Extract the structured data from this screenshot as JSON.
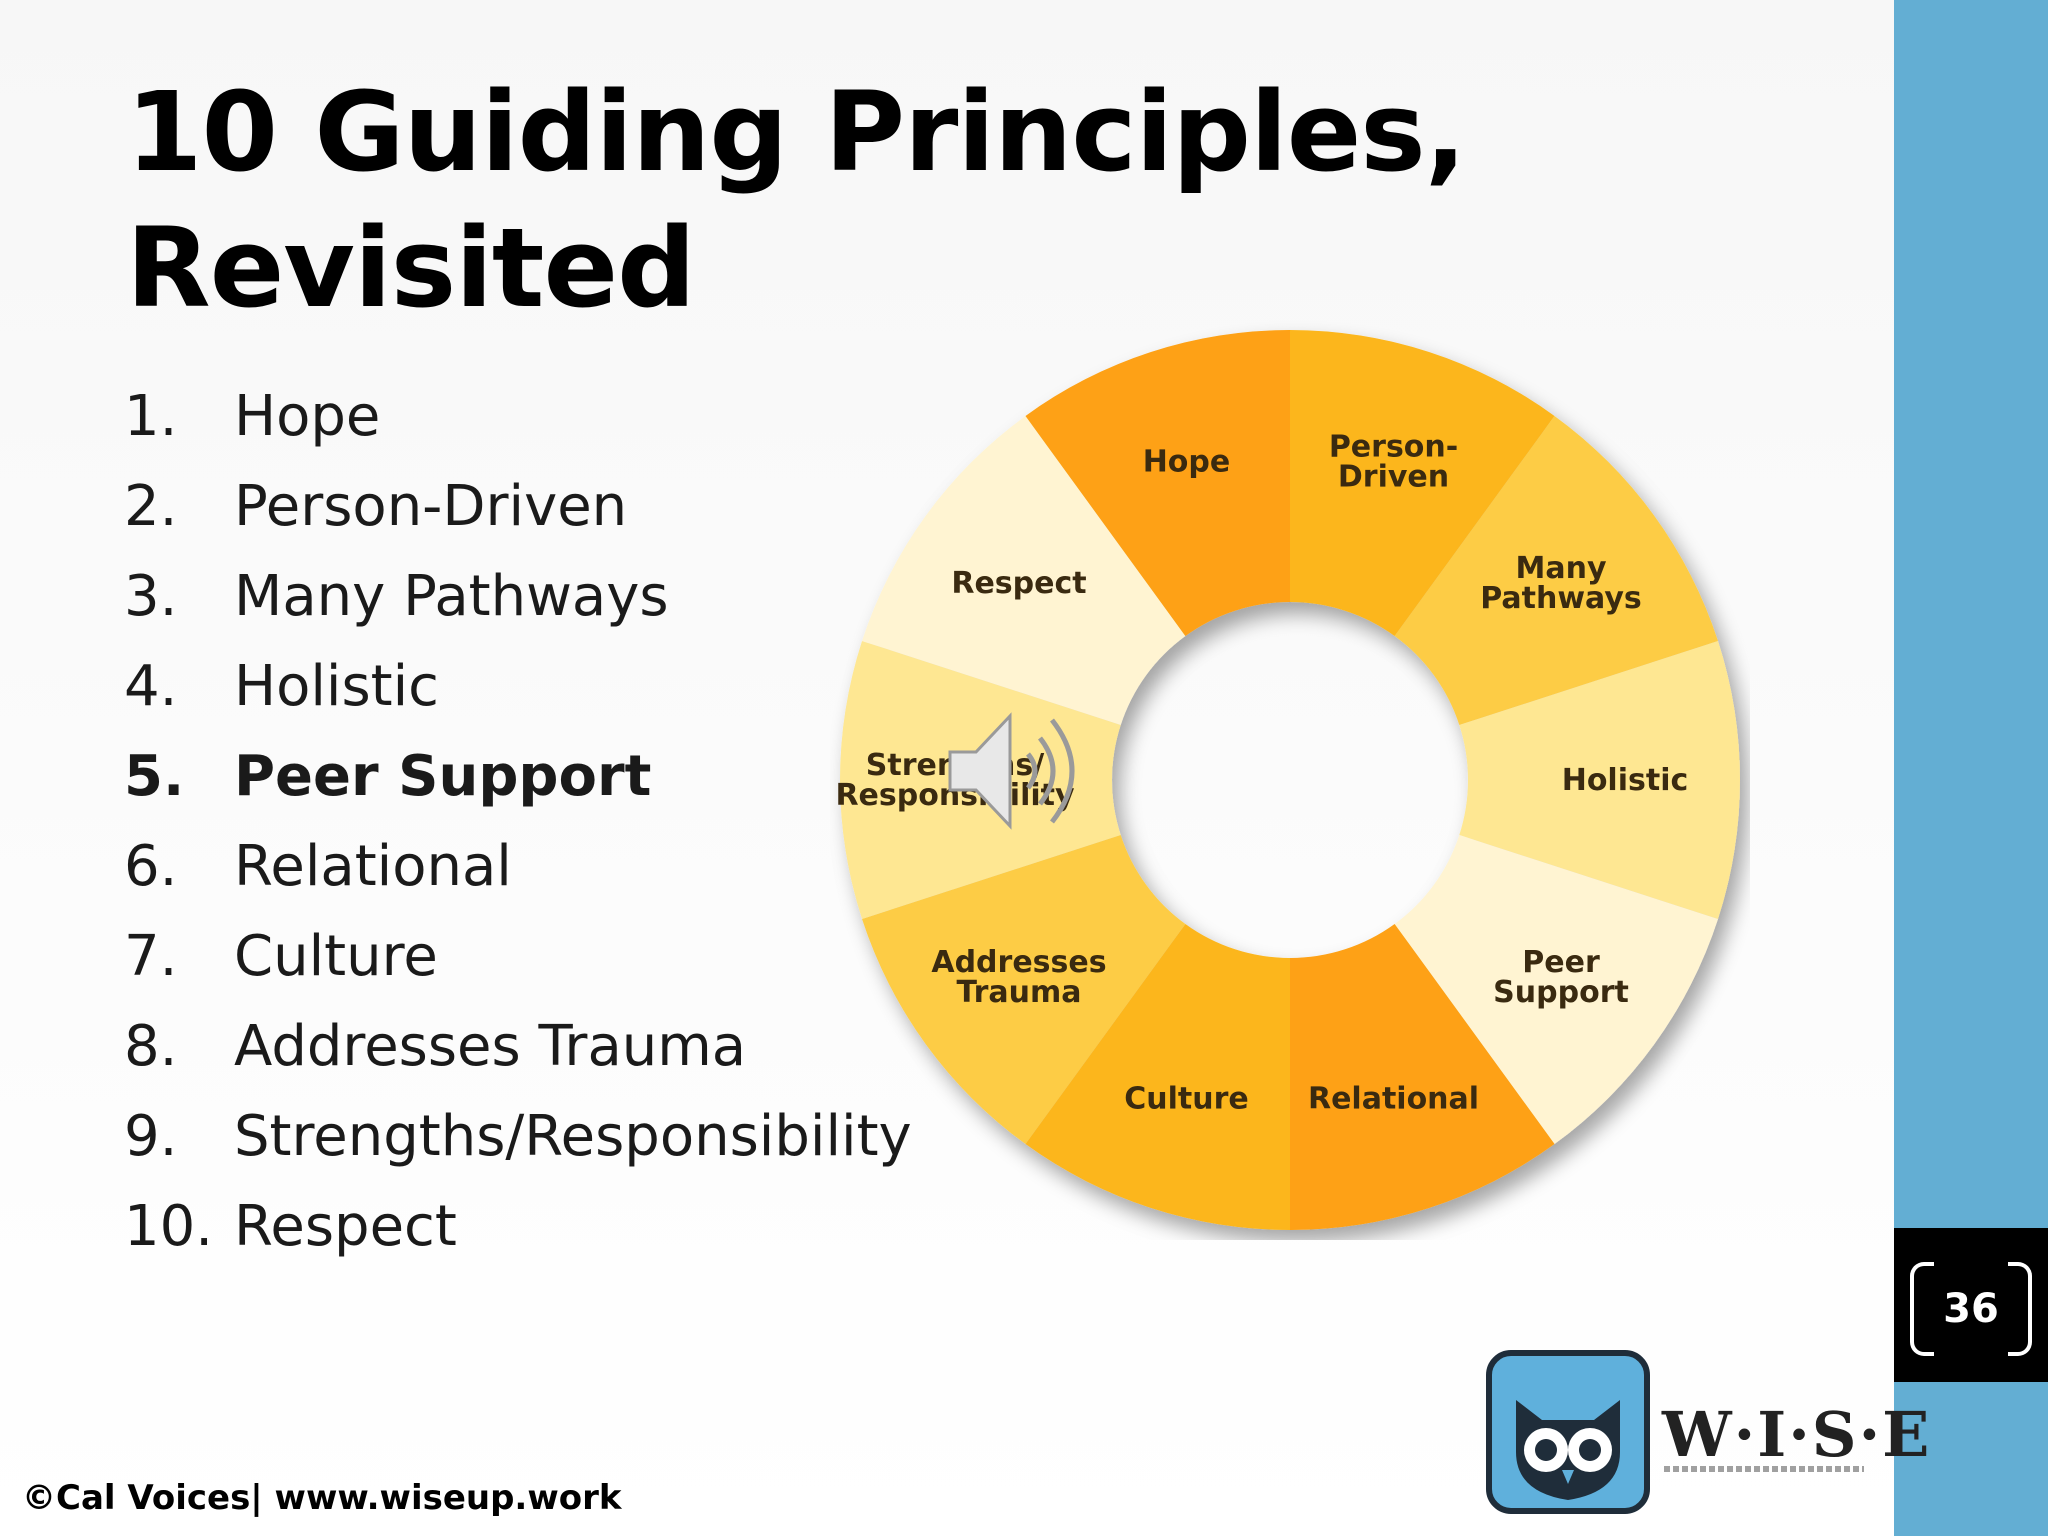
{
  "slide": {
    "title_line1": "10 Guiding Principles,",
    "title_line2": "Revisited",
    "principles": [
      {
        "num": "1.",
        "label": "Hope"
      },
      {
        "num": "2.",
        "label": "Person-Driven"
      },
      {
        "num": "3.",
        "label": "Many Pathways"
      },
      {
        "num": "4.",
        "label": "Holistic"
      },
      {
        "num": "5.",
        "label": "Peer Support"
      },
      {
        "num": "6.",
        "label": "Relational"
      },
      {
        "num": "7.",
        "label": "Culture"
      },
      {
        "num": "8.",
        "label": "Addresses Trauma"
      },
      {
        "num": "9.",
        "label": "Strengths/Responsibility"
      },
      {
        "num": "10.",
        "label": "Respect"
      }
    ],
    "highlighted_item": "Peer Support",
    "wheel_segments": [
      {
        "label": "Person-\nDriven",
        "color": "#fcb61e"
      },
      {
        "label": "Many\nPathways",
        "color": "#fdcc44"
      },
      {
        "label": "Holistic",
        "color": "#fee792"
      },
      {
        "label": "Peer\nSupport",
        "color": "#fff4d2"
      },
      {
        "label": "Relational",
        "color": "#fea112"
      },
      {
        "label": "Culture",
        "color": "#fcb61e"
      },
      {
        "label": "Addresses\nTrauma",
        "color": "#fdcc44"
      },
      {
        "label": "Strengths/\nResponsibility",
        "color": "#fee792"
      },
      {
        "label": "Respect",
        "color": "#fff4d2"
      },
      {
        "label": "Hope",
        "color": "#fea112"
      }
    ],
    "footer": "©Cal Voices| www.wiseup.work",
    "page_number": "36",
    "logo_text": "W·I·S·E",
    "logo_icon": "owl-icon",
    "speaker_icon": "speaker-icon",
    "colors": {
      "sidebar": "#63aed3",
      "logo_bg": "#5fb0dc",
      "text": "#1a1a1a"
    }
  }
}
